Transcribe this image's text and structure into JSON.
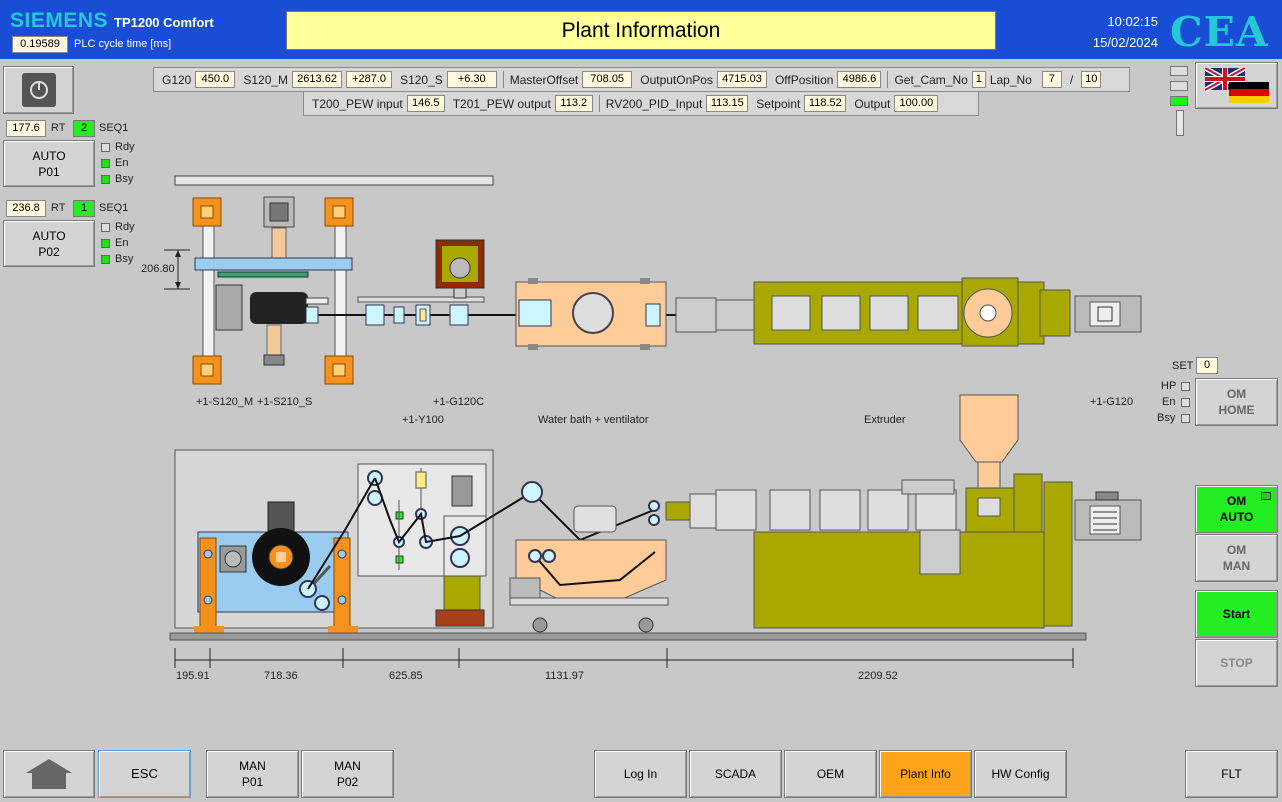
{
  "header": {
    "brand": "SIEMENS",
    "model": "TP1200 Comfort",
    "cycle_value": "0.19589",
    "cycle_label": "PLC cycle time [ms]",
    "title": "Plant Information",
    "time": "10:02:15",
    "date": "15/02/2024",
    "logo": "CEA"
  },
  "params_row1": {
    "g120_label": "G120",
    "g120_value": "450.0",
    "s120m_label": "S120_M",
    "s120m_value": "2613.62",
    "s120m_delta": "+287.0",
    "s120s_label": "S120_S",
    "s120s_value": "+6.30",
    "master_label": "MasterOffset",
    "master_value": "708.05",
    "outpos_label": "OutputOnPos",
    "outpos_value": "4715.03",
    "offpos_label": "OffPosition",
    "offpos_value": "4986.6",
    "cam_label": "Get_Cam_No",
    "cam_value": "1",
    "lap_label": "Lap_No",
    "lap_value": "7",
    "lap_sep": "/",
    "lap_total": "10"
  },
  "params_row2": {
    "t200_label": "T200_PEW input",
    "t200_value": "146.5",
    "t201_label": "T201_PEW output",
    "t201_value": "113.2",
    "rv200_label": "RV200_PID_Input",
    "rv200_value": "113.15",
    "setpoint_label": "Setpoint",
    "setpoint_value": "118.52",
    "output_label": "Output",
    "output_value": "100.00"
  },
  "left_panel": {
    "p01": {
      "value": "177.6",
      "rt_label": "RT",
      "seq_count": "2",
      "seq_label": "SEQ1",
      "button_line1": "AUTO",
      "button_line2": "P01",
      "rdy": "Rdy",
      "en": "En",
      "bsy": "Bsy"
    },
    "p02": {
      "value": "236.8",
      "rt_label": "RT",
      "seq_count": "1",
      "seq_label": "SEQ1",
      "button_line1": "AUTO",
      "button_line2": "P02",
      "rdy": "Rdy",
      "en": "En",
      "bsy": "Bsy"
    }
  },
  "right_panel": {
    "set_label": "SET",
    "set_value": "0",
    "hp": "HP",
    "en": "En",
    "bsy": "Bsy",
    "om_home_1": "OM",
    "om_home_2": "HOME",
    "om_auto_1": "OM",
    "om_auto_2": "AUTO",
    "om_man_1": "OM",
    "om_man_2": "MAN",
    "start": "Start",
    "stop": "STOP"
  },
  "diagram": {
    "height_dim": "206.80",
    "label_s120m": "+1-S120_M",
    "label_s210s": "+1-S210_S",
    "label_g120c": "+1-G120C",
    "label_y100": "+1-Y100",
    "label_waterbath": "Water bath + ventilator",
    "label_extruder": "Extruder",
    "label_g120": "+1-G120",
    "dims": [
      "195.91",
      "718.36",
      "625.85",
      "1131.97",
      "2209.52"
    ]
  },
  "footer": {
    "home_icon": "home-icon",
    "esc": "ESC",
    "man_p01_1": "MAN",
    "man_p01_2": "P01",
    "man_p02_1": "MAN",
    "man_p02_2": "P02",
    "login": "Log In",
    "scada": "SCADA",
    "oem": "OEM",
    "plant_info": "Plant Info",
    "hw_config": "HW Config",
    "flt": "FLT"
  },
  "colors": {
    "header": "#1a4dd6",
    "accent_active": "#ffa41a",
    "green_on": "#22ee22",
    "machine_olive": "#a8a800",
    "machine_orange": "#f5921e",
    "peach": "#ffcc99"
  }
}
